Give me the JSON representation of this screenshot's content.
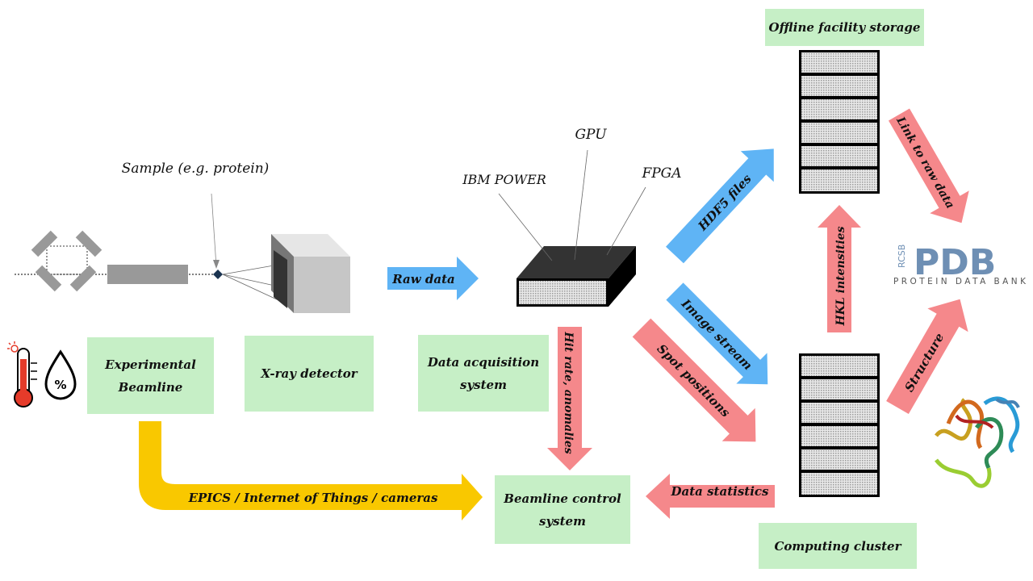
{
  "boxes": {
    "beamline": "Experimental\nBeamline",
    "detector": "X-ray detector",
    "daq": "Data acquisition\nsystem",
    "control": "Beamline control\nsystem",
    "storage": "Offline facility storage",
    "cluster": "Computing cluster"
  },
  "labels": {
    "sample": "Sample (e.g. protein)",
    "ibm_power": "IBM POWER",
    "gpu": "GPU",
    "fpga": "FPGA"
  },
  "arrows": {
    "raw_data": "Raw data",
    "hdf5_files": "HDF5 files",
    "image_stream": "Image stream",
    "spot_positions": "Spot positions",
    "hit_rate": "Hit rate, anomalies",
    "hkl_intensities": "HKL intensities",
    "link_raw_data": "Link to raw data",
    "structure": "Structure",
    "data_statistics": "Data statistics",
    "epics": "EPICS / Internet of Things / cameras"
  },
  "pdb_logo": {
    "letters": "PDB",
    "rcsb": "RCSB",
    "subtitle": "PROTEIN DATA BANK"
  },
  "colors": {
    "blue_arrow": "#5fb4f5",
    "pink_arrow": "#f5888b",
    "yellow_arrow": "#f9c800",
    "box_fill": "#c6efc6"
  }
}
